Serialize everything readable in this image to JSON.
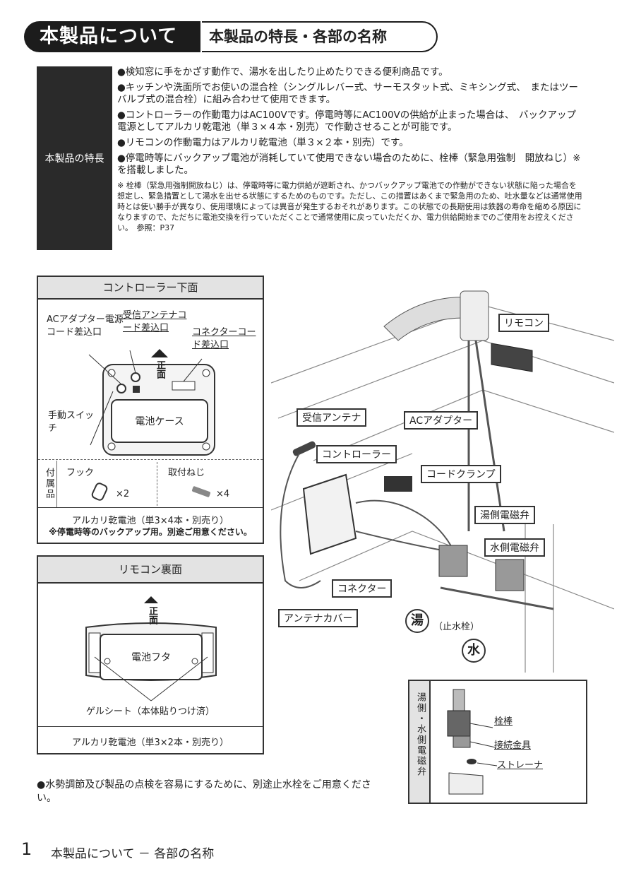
{
  "header": {
    "main": "本製品について",
    "sub": "本製品の特長・各部の名称"
  },
  "features": {
    "label": "本製品の特長",
    "bullets": [
      "●検知窓に手をかざす動作で、湯水を出したり止めたりできる便利商品です。",
      "●キッチンや洗面所でお使いの混合栓（シングルレバー式、サーモスタット式、ミキシング式、　またはツーバルブ式の混合栓）に組み合わせて使用できます。",
      "●コントローラーの作動電力はAC100Vです。停電時等にAC100Vの供給が止まった場合は、　バックアップ電源としてアルカリ乾電池（単３×４本・別売）で作動させることが可能です。",
      "●リモコンの作動電力はアルカリ乾電池（単３×２本・別売）です。",
      "●停電時等にバックアップ電池が消耗していて使用できない場合のために、栓棒（緊急用強制　開放ねじ）※　を搭載しました。"
    ],
    "note": "※ 栓棒（緊急用強制開放ねじ）は、停電時等に電力供給が遮断され、かつバックアップ電池での作動ができない状態に陥った場合を想定し、緊急措置として湯水を出せる状態にするためのものです。ただし、この措置はあくまで緊急用のため、吐水量などは通常使用時とは使い勝手が異なり、使用環境によっては異音が発生するおそれがあります。この状態での長期使用は鉄器の寿命を縮める原因になりますので、ただちに電池交換を行っていただくことで通常使用に戻っていただくか、電力供給開始までのご使用をお控えください。　参照：P37"
  },
  "controller": {
    "title": "コントローラー下面",
    "ac_label": "ACアダプター電源コード差込口",
    "antenna_label": "受信アンテナコード差込口",
    "connector_label": "コネクターコード差込口",
    "front": "正面",
    "battery_case": "電池ケース",
    "manual_switch": "手動スイッチ",
    "acc_label": "付属品",
    "hook": "フック",
    "hook_qty": "×2",
    "screw": "取付ねじ",
    "screw_qty": "×4",
    "battery": "アルカリ乾電池（単3×4本・別売り）",
    "battery_note": "※停電時等のバックアップ用。別途ご用意ください。"
  },
  "remote": {
    "title": "リモコン裏面",
    "front": "正面",
    "cover": "電池フタ",
    "gel": "ゲルシート（本体貼りつけ済）",
    "battery": "アルカリ乾電池（単3×2本・別売り）"
  },
  "diagram": {
    "remote": "リモコン",
    "antenna": "受信アンテナ",
    "ac": "ACアダプター",
    "controller": "コントローラー",
    "clamp": "コードクランプ",
    "hot_valve": "湯側電磁弁",
    "cold_valve": "水側電磁弁",
    "connector": "コネクター",
    "antenna_cover": "アンテナカバー",
    "hot": "湯",
    "cold": "水",
    "stop": "（止水栓）"
  },
  "inset": {
    "label": "湯側・水側電磁弁",
    "plug": "栓棒",
    "fitting": "接続金具",
    "strainer": "ストレーナ"
  },
  "bottom_note": "●水勢調節及び製品の点検を容易にするために、別途止水栓をご用意ください。",
  "footer": {
    "page": "1",
    "title": "本製品について － 各部の名称"
  }
}
